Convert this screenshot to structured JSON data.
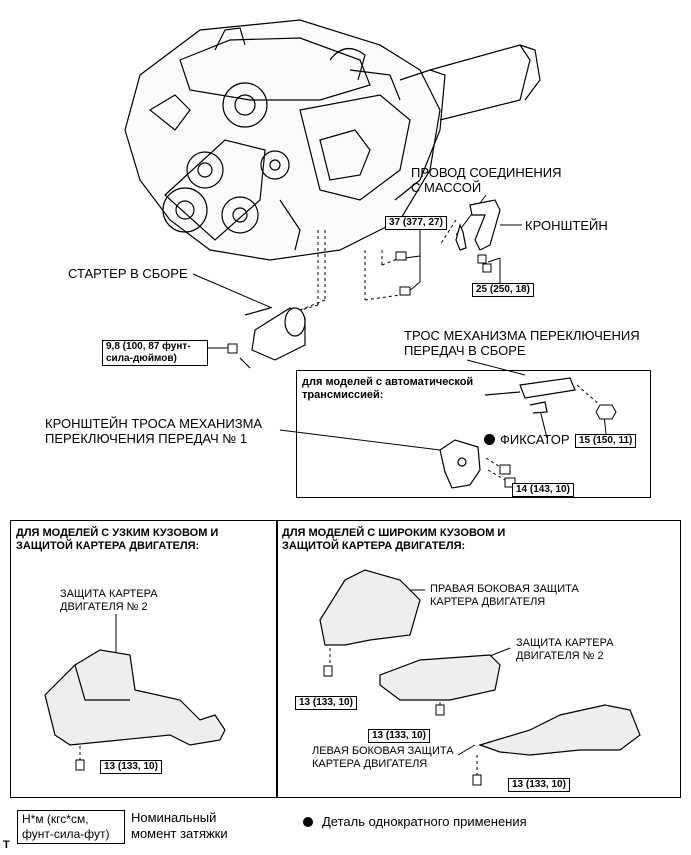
{
  "labels": {
    "ground_wire": [
      "ПРОВОД СОЕДИНЕНИЯ",
      "С МАССОЙ"
    ],
    "bracket": "КРОНШТЕЙН",
    "starter": "СТАРТЕР В СБОРЕ",
    "shift_cable": [
      "ТРОС МЕХАНИЗМА ПЕРЕКЛЮЧЕНИЯ",
      "ПЕРЕДАЧ В СБОРЕ"
    ],
    "at_note": [
      "для моделей с автоматической",
      "трансмиссией:"
    ],
    "cable_bracket": [
      "КРОНШТЕЙН ТРОСА МЕХАНИЗМА",
      "ПЕРЕКЛЮЧЕНИЯ ПЕРЕДАЧ № 1"
    ],
    "retainer": "ФИКСАТОР",
    "narrow_header": [
      "ДЛЯ МОДЕЛЕЙ С УЗКИМ КУЗОВОМ И",
      "ЗАЩИТОЙ КАРТЕРА ДВИГАТЕЛЯ:"
    ],
    "wide_header": [
      "ДЛЯ МОДЕЛЕЙ С ШИРОКИМ КУЗОВОМ И",
      "ЗАЩИТОЙ КАРТЕРА ДВИГАТЕЛЯ:"
    ],
    "guard_no2_left": [
      "ЗАЩИТА КАРТЕРА",
      "ДВИГАТЕЛЯ № 2"
    ],
    "right_side_guard": [
      "ПРАВАЯ БОКОВАЯ ЗАЩИТА",
      "КАРТЕРА ДВИГАТЕЛЯ"
    ],
    "guard_no2_right": [
      "ЗАЩИТА КАРТЕРА",
      "ДВИГАТЕЛЯ № 2"
    ],
    "left_side_guard": [
      "ЛЕВАЯ БОКОВАЯ ЗАЩИТА",
      "КАРТЕРА ДВИГАТЕЛЯ"
    ]
  },
  "torques": {
    "ground_bolts": "37 (377, 27)",
    "bracket_bolts": "25 (250, 18)",
    "starter_nut": [
      "9,8 (100, 87 фунт-",
      "сила-дюймов)"
    ],
    "cable_nut": "15 (150, 11)",
    "cable_bracket_bolts": "14 (143, 10)",
    "narrow_guard": "13 (133, 10)",
    "wide_right": "13 (133, 10)",
    "wide_center": "13 (133, 10)",
    "wide_left": "13 (133, 10)"
  },
  "legend": {
    "unit_box": [
      "Н*м (кгс*см,",
      "фунт-сила-фут)"
    ],
    "unit_desc": [
      "Номинальный",
      "момент затяжки"
    ],
    "single_use": "Деталь однократного применения",
    "corner_mark": "T"
  }
}
